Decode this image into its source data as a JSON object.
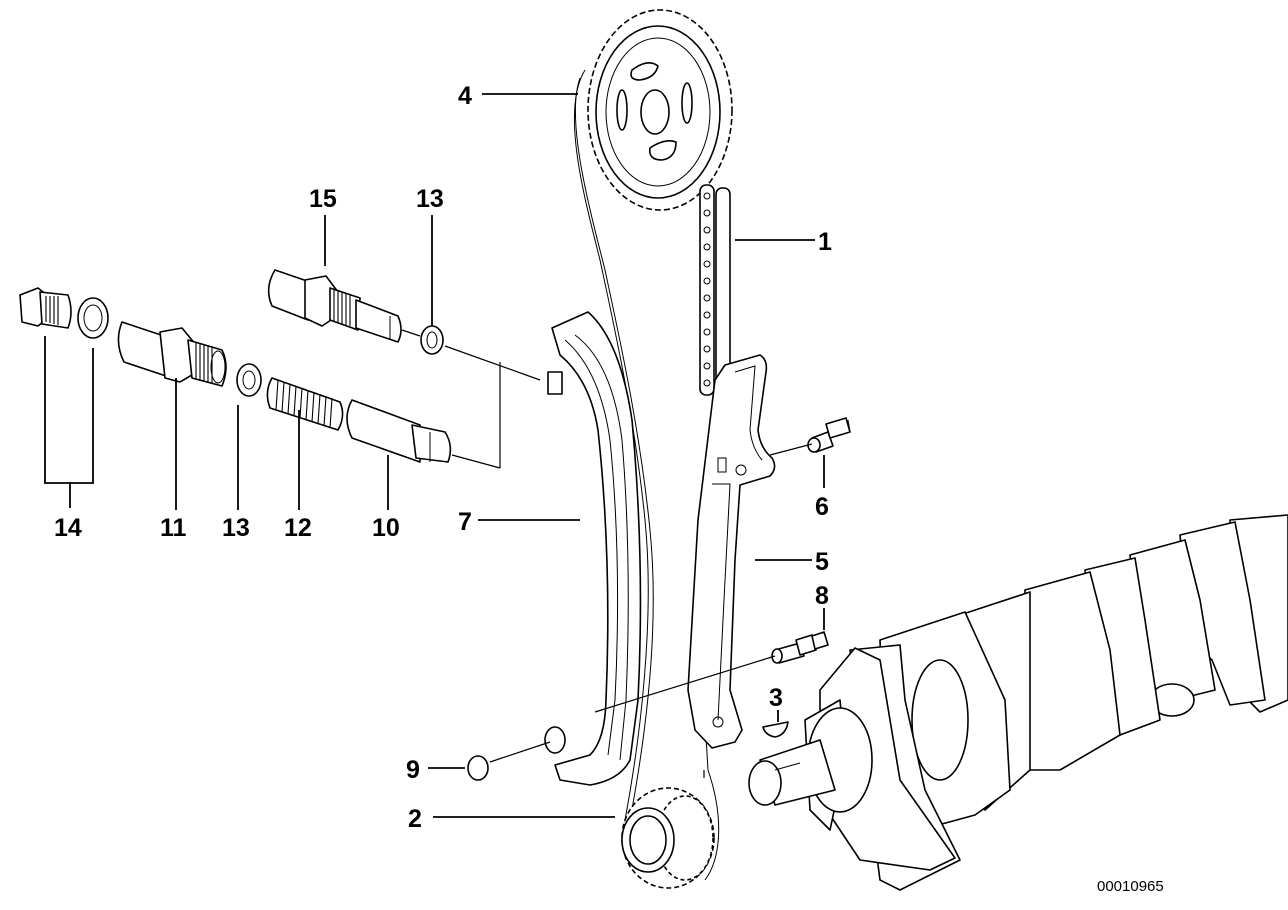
{
  "diagram": {
    "title": "Timing chain assembly (exploded parts view)",
    "document_number": "00010965",
    "colors": {
      "line": "#000000",
      "background": "#ffffff"
    },
    "callouts": [
      {
        "number": "1",
        "part": "timing-chain"
      },
      {
        "number": "2",
        "part": "crankshaft-sprocket"
      },
      {
        "number": "3",
        "part": "woodruff-key"
      },
      {
        "number": "4",
        "part": "camshaft-sprocket"
      },
      {
        "number": "5",
        "part": "tensioner-rail"
      },
      {
        "number": "6",
        "part": "upper-pivot-pin"
      },
      {
        "number": "7",
        "part": "guide-rail"
      },
      {
        "number": "8",
        "part": "lower-pivot-pin"
      },
      {
        "number": "9",
        "part": "circlip"
      },
      {
        "number": "10",
        "part": "tensioner-piston"
      },
      {
        "number": "11",
        "part": "tensioner-housing"
      },
      {
        "number": "12",
        "part": "compression-spring"
      },
      {
        "number": "13",
        "part": "sealing-ring"
      },
      {
        "number": "13",
        "part": "sealing-ring-upper"
      },
      {
        "number": "14",
        "part": "screw-plug-with-gasket"
      },
      {
        "number": "15",
        "part": "chain-tensioner-complete"
      }
    ]
  }
}
